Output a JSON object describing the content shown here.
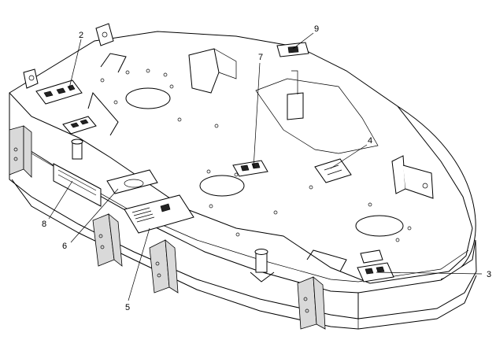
{
  "callouts": [
    {
      "id": "c2",
      "label": "2"
    },
    {
      "id": "c9",
      "label": "9"
    },
    {
      "id": "c7",
      "label": "7"
    },
    {
      "id": "c4",
      "label": "4"
    },
    {
      "id": "c8",
      "label": "8"
    },
    {
      "id": "c6",
      "label": "6"
    },
    {
      "id": "c5",
      "label": "5"
    },
    {
      "id": "c3",
      "label": "3"
    }
  ]
}
